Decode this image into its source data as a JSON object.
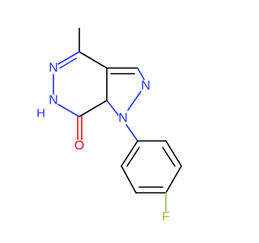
{
  "molecule": {
    "atoms": {
      "n_pyrazole_top": "N",
      "n_pyrazole_aryl": "N",
      "n_pyridazine_top": "N",
      "n_pyridazine_h": "N",
      "h_on_n": "H",
      "o_carbonyl": "O",
      "f_aryl": "F"
    },
    "colors": {
      "carbon": "#000000",
      "nitrogen": "#2233ff",
      "oxygen": "#ff0d0d",
      "fluorine": "#8dc63f"
    }
  }
}
